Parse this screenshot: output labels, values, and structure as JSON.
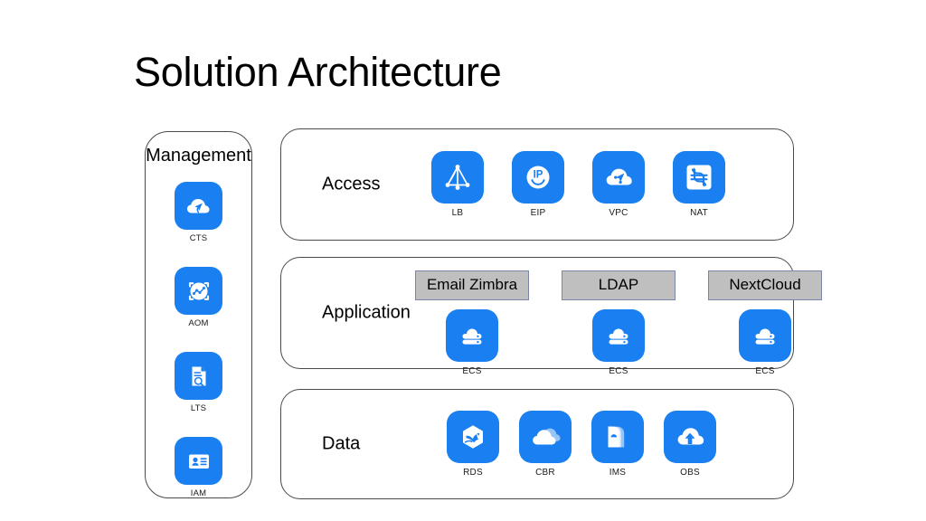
{
  "slide": {
    "title": "Solution Architecture",
    "accent_color": "#1A7FF0",
    "chip_fill": "#BFBFBF",
    "chip_border": "#7A86A8",
    "panel_border": "#4A4A4A",
    "background": "#FFFFFF"
  },
  "management": {
    "title": "Management",
    "items": [
      {
        "label": "CTS",
        "icon": "cloud-trace-icon"
      },
      {
        "label": "AOM",
        "icon": "monitor-chart-icon"
      },
      {
        "label": "LTS",
        "icon": "log-document-search-icon"
      },
      {
        "label": "IAM",
        "icon": "id-card-icon"
      }
    ]
  },
  "rows": {
    "access": {
      "label": "Access",
      "items": [
        {
          "label": "LB",
          "icon": "load-balancer-icon"
        },
        {
          "label": "EIP",
          "icon": "elastic-ip-icon"
        },
        {
          "label": "VPC",
          "icon": "vpc-cloud-icon"
        },
        {
          "label": "NAT",
          "icon": "nat-gateway-icon"
        }
      ]
    },
    "application": {
      "label": "Application",
      "groups": [
        {
          "chip": "Email Zimbra",
          "label": "ECS",
          "icon": "ecs-server-icon"
        },
        {
          "chip": "LDAP",
          "label": "ECS",
          "icon": "ecs-server-icon"
        },
        {
          "chip": "NextCloud",
          "label": "ECS",
          "icon": "ecs-server-icon"
        }
      ]
    },
    "data": {
      "label": "Data",
      "items": [
        {
          "label": "RDS",
          "icon": "database-dolphin-icon"
        },
        {
          "label": "CBR",
          "icon": "cloud-backup-icon"
        },
        {
          "label": "IMS",
          "icon": "image-service-icon"
        },
        {
          "label": "OBS",
          "icon": "object-storage-upload-icon"
        }
      ]
    }
  }
}
